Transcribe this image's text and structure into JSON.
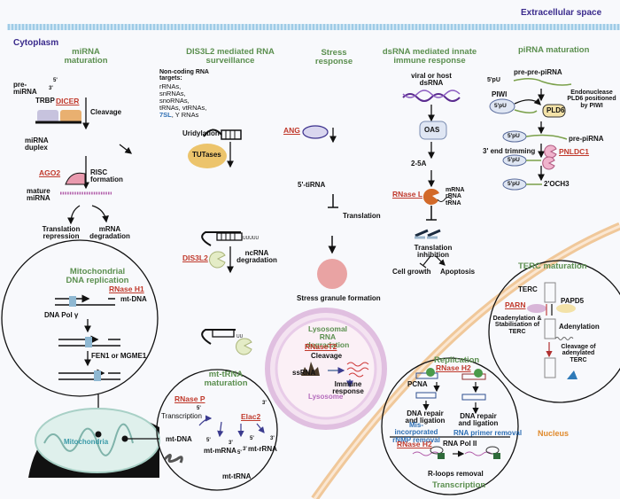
{
  "compartments": {
    "extracellular": "Extracellular space",
    "cytoplasm": "Cytoplasm",
    "nucleus": "Nucleus",
    "mitochondria": "Mitochondria",
    "lysosome": "Lysosome"
  },
  "colors": {
    "title_green": "#5b8f4f",
    "enzyme_red": "#c0392b",
    "compartment_purple": "#3a2a8c",
    "blue_text": "#2e6fb4",
    "nucleus_orange": "#e08a2c",
    "membrane_blue": "#a9d2ea",
    "lysosome_pink": "#d9a9d9"
  },
  "mirna": {
    "title": "miRNA maturation",
    "pre_mirna": "pre-miRNA",
    "p5": "5'",
    "p3": "3'",
    "trbp": "TRBP",
    "dicer": "DICER",
    "cleavage": "Cleavage",
    "duplex": "miRNA duplex",
    "ago2": "AGO2",
    "risc": "RISC formation",
    "mature": "mature miRNA",
    "repression": "Translation repression",
    "degradation": "mRNA degradation"
  },
  "dis3l2": {
    "title": "DIS3L2 mediated RNA surveillance",
    "targets_heading": "Non-coding RNA targets:",
    "targets_line1": "rRNAs,",
    "targets_line2": "snRNAs,",
    "targets_line3": "snoRNAs,",
    "targets_line4": "tRNAs, vtRNAs,",
    "targets_7sl": "7SL",
    "targets_y": ", Y RNAs",
    "uridylation": "Uridylation",
    "tutases": "TUTases",
    "uuuuu": "UUUUU",
    "enzyme": "DIS3L2",
    "ncrna_deg": "ncRNA degradation",
    "uu": "UU"
  },
  "stress": {
    "title": "Stress response",
    "ang": "ANG",
    "tirna": "5'-tiRNA",
    "translation": "Translation",
    "granule": "Stress granule formation"
  },
  "dsrna": {
    "title": "dsRNA mediated innate immune response",
    "source": "viral or host dsRNA",
    "oas": "OAS",
    "product": "2-5A",
    "rnasel": "RNase L",
    "targets": "mRNA rRNA tRNA",
    "inhibition": "Translation inhibition",
    "growth": "Cell growth",
    "apoptosis": "Apoptosis"
  },
  "pirna": {
    "title": "piRNA maturation",
    "pre_pre": "pre-pre-piRNA",
    "p5pu": "5'pU",
    "piwi": "PIWI",
    "pld6": "PLD6",
    "endonuclease": "Endonuclease PLD6 positioned by PIWI",
    "pre": "pre-piRNA",
    "trimming": "3' end trimming",
    "pnldc1": "PNLDC1",
    "och3": "2'OCH3"
  },
  "mito_repl": {
    "title": "Mitochondrial DNA replication",
    "rnaseh1": "RNase H1",
    "mtdna": "mt-DNA",
    "polg": "DNA Pol γ",
    "fen1": "FEN1 or MGME1"
  },
  "lysosomal": {
    "title": "Lysosomal RNA degradation",
    "enzyme": "RNaseT2",
    "cleavage": "Cleavage",
    "ssrna": "ssRNA",
    "immune": "Immune response"
  },
  "mttrna": {
    "title": "mt-tRNA maturation",
    "rnasep": "RNase P",
    "transcription": "Transcription",
    "elac2": "Elac2",
    "mtdna": "mt-DNA",
    "mtmrna": "mt-mRNA",
    "mtrrna": "mt-rRNA",
    "mttrna": "mt-tRNA",
    "p5": "5'",
    "p3": "3'"
  },
  "terc": {
    "title": "TERC maturation",
    "terc": "TERC",
    "parn": "PARN",
    "papd5": "PAPD5",
    "deadenylation": "Deadenylation & Stabilisation of TERC",
    "adenylation": "Adenylation",
    "cleavage": "Cleavage of adenylated TERC"
  },
  "rnaseh2": {
    "replication_title": "Replication",
    "enzyme": "RNase H2",
    "pcna": "PCNA",
    "repair1": "DNA repair and ligation",
    "repair2": "DNA repair and ligation",
    "rnmp": "Mis-incorporated rNMP removal",
    "primer": "RNA primer removal",
    "enzyme2": "RNase H2",
    "polii": "RNA Pol II",
    "rloops": "R-loops removal",
    "transcription_title": "Transcription"
  }
}
